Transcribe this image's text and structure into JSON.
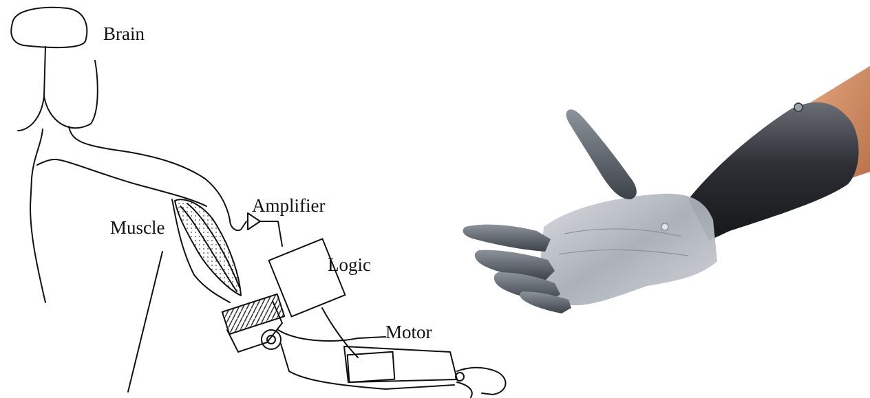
{
  "diagram": {
    "labels": {
      "brain": "Brain",
      "muscle": "Muscle",
      "amplifier": "Amplifier",
      "logic": "Logic",
      "motor": "Motor"
    }
  },
  "photo": {
    "subject": "prosthetic-hand"
  }
}
